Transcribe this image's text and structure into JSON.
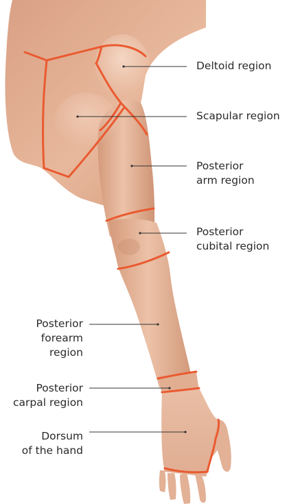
{
  "labels": {
    "deltoid": [
      "Deltoid region"
    ],
    "scapular": [
      "Scapular region"
    ],
    "posterior_arm": [
      "Posterior",
      "arm region"
    ],
    "posterior_cubital": [
      "Posterior",
      "cubital region"
    ],
    "posterior_forearm": [
      "Posterior",
      "forearm",
      "region"
    ],
    "posterior_carpal": [
      "Posterior",
      "carpal region"
    ],
    "dorsum_hand": [
      "Dorsum",
      "of the hand"
    ]
  },
  "colors": {
    "skin": "#e7b59a",
    "skin_shadow": "#c98e72",
    "skin_highlight": "#f3d2be",
    "boundary": "#ea5a30",
    "leader": "#333333",
    "text": "#2a2a2a"
  }
}
